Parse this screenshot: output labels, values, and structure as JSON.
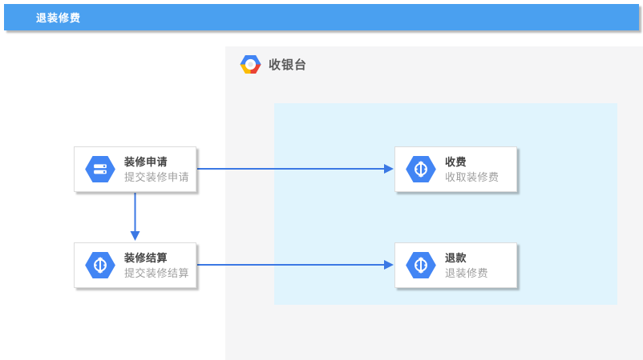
{
  "titlebar": {
    "title": "退装修费"
  },
  "pool": {
    "label": "收银台",
    "icon": "gcp-hexagon-logo-icon",
    "lane_color": "#e0f4fd",
    "background_color": "#f5f5f6"
  },
  "nodes": [
    {
      "id": "node-1",
      "title": "装修申请",
      "subtitle": "提交装修申请",
      "icon": "hexagon-server-icon"
    },
    {
      "id": "node-2",
      "title": "装修结算",
      "subtitle": "提交装修结算",
      "icon": "hexagon-service-icon"
    },
    {
      "id": "node-3",
      "title": "收费",
      "subtitle": "收取装修费",
      "icon": "hexagon-service-icon"
    },
    {
      "id": "node-4",
      "title": "退款",
      "subtitle": "退装修费",
      "icon": "hexagon-service-icon"
    }
  ],
  "edges": [
    {
      "from": "装修申请",
      "to": "收费",
      "direction": "right"
    },
    {
      "from": "装修申请",
      "to": "装修结算",
      "direction": "down"
    },
    {
      "from": "装修结算",
      "to": "退款",
      "direction": "right"
    }
  ],
  "colors": {
    "titlebar_blue": "#4aa0f0",
    "arrow_blue": "#3b78e4",
    "hexagon_blue": "#4285f4",
    "logo_red": "#ea4335",
    "logo_yellow": "#fbbc05"
  }
}
